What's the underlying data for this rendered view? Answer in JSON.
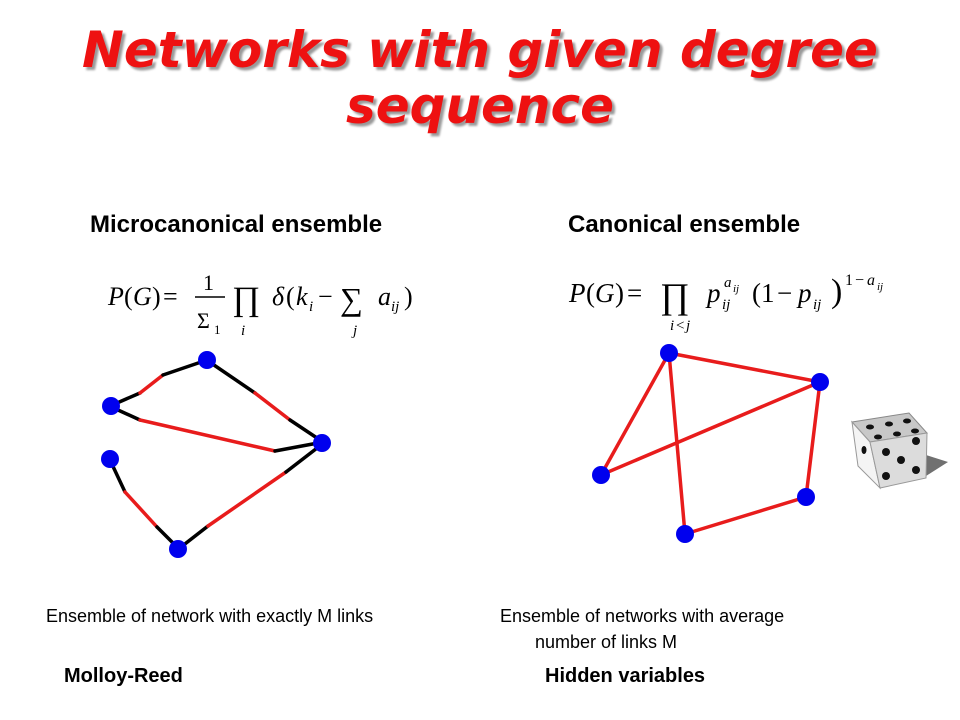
{
  "slide": {
    "title_line1": "Networks with given degree",
    "title_line2": "sequence"
  },
  "left": {
    "heading": "Microcanonical ensemble",
    "caption": "Ensemble of network with exactly M links",
    "method": "Molloy-Reed"
  },
  "right": {
    "heading": "Canonical ensemble",
    "caption_line1": "Ensemble of networks with average",
    "caption_line2": "number of links M",
    "method": "Hidden variables"
  },
  "colors": {
    "title": "#ee1111",
    "node": "#0000ee",
    "edge_red": "#e81c1c",
    "edge_black": "#000000"
  },
  "icons": [
    "dice-icon"
  ]
}
